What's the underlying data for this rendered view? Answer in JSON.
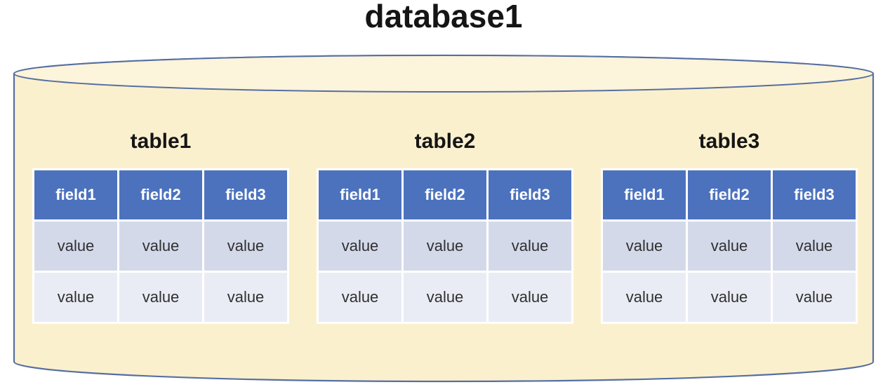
{
  "title": "database1",
  "colors": {
    "cylinder_fill": "#FBF0CE",
    "cylinder_top_fill": "#FCF4DB",
    "cylinder_border": "#566FA1",
    "header_bg": "#4C72BE",
    "header_text": "#FFFFFF",
    "row_odd_bg": "#D4D9EA",
    "row_even_bg": "#EAECF5",
    "cell_text": "#303030",
    "table_gap": "#FFFFFF"
  },
  "tables": [
    {
      "name": "table1",
      "headers": [
        "field1",
        "field2",
        "field3"
      ],
      "rows": [
        [
          "value",
          "value",
          "value"
        ],
        [
          "value",
          "value",
          "value"
        ]
      ]
    },
    {
      "name": "table2",
      "headers": [
        "field1",
        "field2",
        "field3"
      ],
      "rows": [
        [
          "value",
          "value",
          "value"
        ],
        [
          "value",
          "value",
          "value"
        ]
      ]
    },
    {
      "name": "table3",
      "headers": [
        "field1",
        "field2",
        "field3"
      ],
      "rows": [
        [
          "value",
          "value",
          "value"
        ],
        [
          "value",
          "value",
          "value"
        ]
      ]
    }
  ]
}
